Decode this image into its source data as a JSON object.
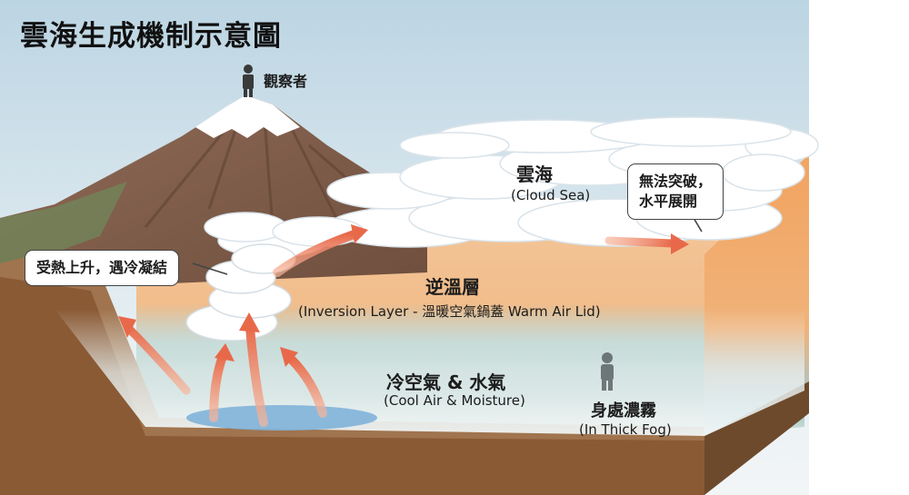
{
  "title": "雲海生成機制示意圖",
  "observer_label": "觀察者",
  "cloud_sea": {
    "zh": "雲海",
    "en": "(Cloud Sea)"
  },
  "inversion_layer": {
    "zh": "逆溫層",
    "en": "(Inversion Layer - 溫暖空氣鍋蓋 Warm Air Lid)"
  },
  "cool_air": {
    "zh": "冷空氣 & 水氣",
    "en": "(Cool Air & Moisture)"
  },
  "in_fog": {
    "zh": "身處濃霧",
    "en": "(In Thick Fog)"
  },
  "callout_rise": "受熱上升，遇冷凝結",
  "callout_spread": {
    "line1": "無法突破，",
    "line2": "水平展開"
  },
  "colors": {
    "sky": "#cfe0ea",
    "warm_layer": "#f2a35f",
    "cool_layer": "#7fb0b0",
    "ground": "#8a5a35",
    "mountain": "#7d5a48",
    "snow": "#ffffff",
    "arrow": "#e8694a",
    "water": "#7fb3d9"
  }
}
